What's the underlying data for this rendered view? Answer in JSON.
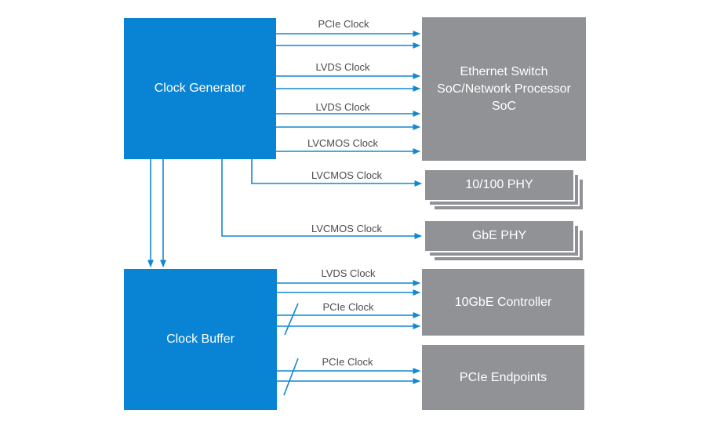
{
  "nodes": {
    "clock_generator": {
      "label": "Clock Generator"
    },
    "clock_buffer": {
      "label": "Clock Buffer"
    },
    "ethernet_switch": {
      "lines": [
        "Ethernet Switch",
        "SoC/Network Processor",
        "SoC"
      ]
    },
    "phy_10_100": {
      "label": "10/100 PHY",
      "stacked": true
    },
    "gbe_phy": {
      "label": "GbE PHY",
      "stacked": true
    },
    "controller_10gbe": {
      "label": "10GbE Controller"
    },
    "pcie_endpoints": {
      "label": "PCIe Endpoints"
    }
  },
  "connections": [
    {
      "label": "PCIe Clock",
      "from": "Clock Generator",
      "to": "Ethernet Switch SoC/Network Processor SoC",
      "signal_lines": 2,
      "bus_slash": false
    },
    {
      "label": "LVDS Clock",
      "from": "Clock Generator",
      "to": "Ethernet Switch SoC/Network Processor SoC",
      "signal_lines": 2,
      "bus_slash": false
    },
    {
      "label": "LVDS Clock",
      "from": "Clock Generator",
      "to": "Ethernet Switch SoC/Network Processor SoC",
      "signal_lines": 2,
      "bus_slash": false
    },
    {
      "label": "LVCMOS Clock",
      "from": "Clock Generator",
      "to": "Ethernet Switch SoC/Network Processor SoC",
      "signal_lines": 1,
      "bus_slash": false
    },
    {
      "label": "LVCMOS Clock",
      "from": "Clock Generator",
      "to": "10/100 PHY",
      "signal_lines": 1,
      "bus_slash": false
    },
    {
      "label": "LVCMOS Clock",
      "from": "Clock Generator",
      "to": "GbE PHY",
      "signal_lines": 1,
      "bus_slash": false
    },
    {
      "label": "LVDS Clock",
      "from": "Clock Buffer",
      "to": "10GbE Controller",
      "signal_lines": 2,
      "bus_slash": false
    },
    {
      "label": "PCIe Clock",
      "from": "Clock Buffer",
      "to": "10GbE Controller",
      "signal_lines": 2,
      "bus_slash": true
    },
    {
      "label": "PCIe Clock",
      "from": "Clock Buffer",
      "to": "PCIe Endpoints",
      "signal_lines": 2,
      "bus_slash": true
    },
    {
      "label": "",
      "from": "Clock Generator",
      "to": "Clock Buffer",
      "signal_lines": 2,
      "bus_slash": false
    }
  ],
  "colors": {
    "node_blue": "#0984d4",
    "node_gray": "#909295",
    "arrow_blue": "#1287d1",
    "label_text": "#4b4b4b",
    "node_text": "#ffffff",
    "background": "#ffffff"
  }
}
